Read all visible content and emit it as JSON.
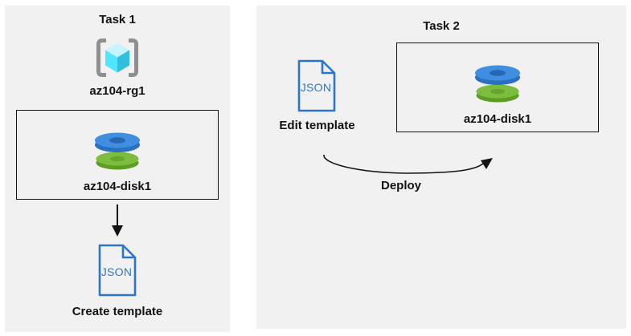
{
  "colors": {
    "panel_bg": "#F1F1F2",
    "outline": "#141414",
    "text": "#121212",
    "bracket_gray": "#8F8F8F",
    "cube_top": "#C5F3FF",
    "cube_left": "#50E6FF",
    "cube_right": "#32BEDD",
    "disk_blue_top": "#3F8EE0",
    "disk_blue_side": "#2B6FC2",
    "disk_blue_hole": "#2B66B5",
    "disk_green_top": "#7CBD40",
    "disk_green_side": "#5F9C24",
    "disk_green_hole": "#68A52F",
    "json_blue": "#2E75C6"
  },
  "task1": {
    "title": "Task 1",
    "resource_group_label": "az104-rg1",
    "disk_label": "az104-disk1",
    "json_icon_text": "JSON",
    "action_label": "Create template"
  },
  "task2": {
    "title": "Task 2",
    "disk_label": "az104-disk1",
    "json_icon_text": "JSON",
    "edit_label": "Edit template",
    "deploy_label": "Deploy"
  }
}
